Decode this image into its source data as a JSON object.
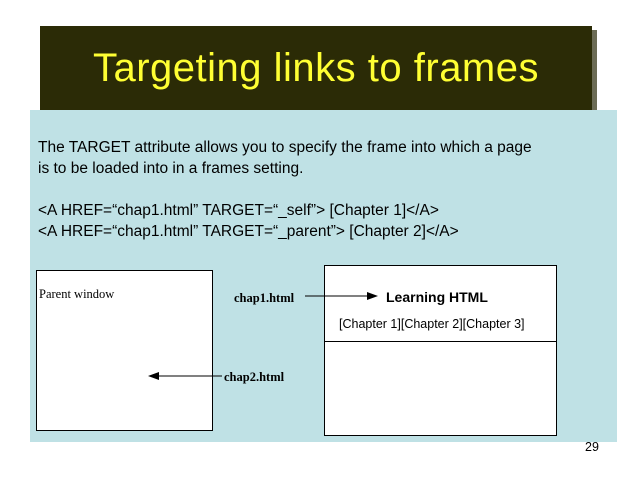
{
  "slide": {
    "title": "Targeting links to frames",
    "body_line_1": "The TARGET attribute allows you to specify the frame into which a page",
    "body_line_2": "is to be loaded into in a frames setting.",
    "code_line_1": "<A HREF=“chap1.html” TARGET=“_self”> [Chapter 1]</A>",
    "code_line_2": "<A HREF=“chap1.html” TARGET=“_parent”> [Chapter 2]</A>",
    "page_number": "29"
  },
  "diagram": {
    "parent_window_label": "Parent window",
    "chap1_label": "chap1.html",
    "chap2_label": "chap2.html",
    "frame_heading": "Learning HTML",
    "frame_links": "[Chapter 1][Chapter 2][Chapter 3]"
  },
  "colors": {
    "title_bg": "#2b2b06",
    "title_text": "#ffff33",
    "content_bg": "#bfe1e5"
  }
}
